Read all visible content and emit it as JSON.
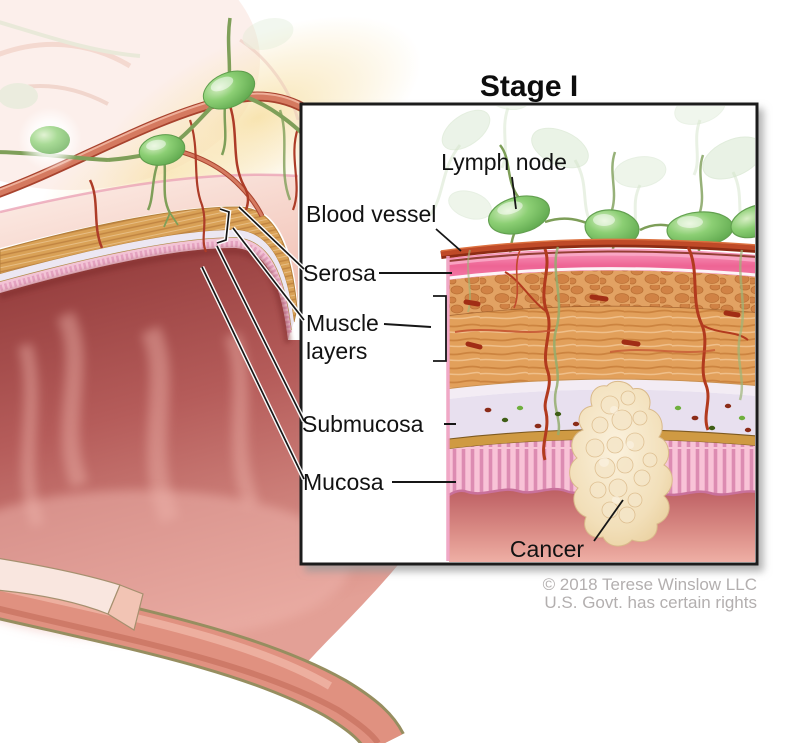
{
  "figure": {
    "title": "Stage I",
    "labels": {
      "lymph_node": "Lymph node",
      "blood_vessel": "Blood vessel",
      "serosa": "Serosa",
      "muscle_layers_line1": "Muscle",
      "muscle_layers_line2": "layers",
      "submucosa": "Submucosa",
      "mucosa": "Mucosa",
      "cancer": "Cancer"
    },
    "credit": {
      "line1": "© 2018 Terese Winslow LLC",
      "line2": "U.S. Govt. has certain rights"
    },
    "palette": {
      "box_border": "#1a1a1a",
      "label_text": "#121212",
      "credit_text": "#b3afaf",
      "lymph_node_green": "#8ccf74",
      "vessel_red": "#b23a1e",
      "serosa_pink": "#ee6494",
      "muscle_orange": "#e2a05b",
      "submucosa_lavender": "#e8e0ef",
      "mucosa_pink": "#f8c3d7",
      "lumen_red": "#c96a6e",
      "cancer_beige": "#f2dfb9",
      "interior_red": "#9c4242",
      "rim_salmon": "#e09180"
    }
  }
}
